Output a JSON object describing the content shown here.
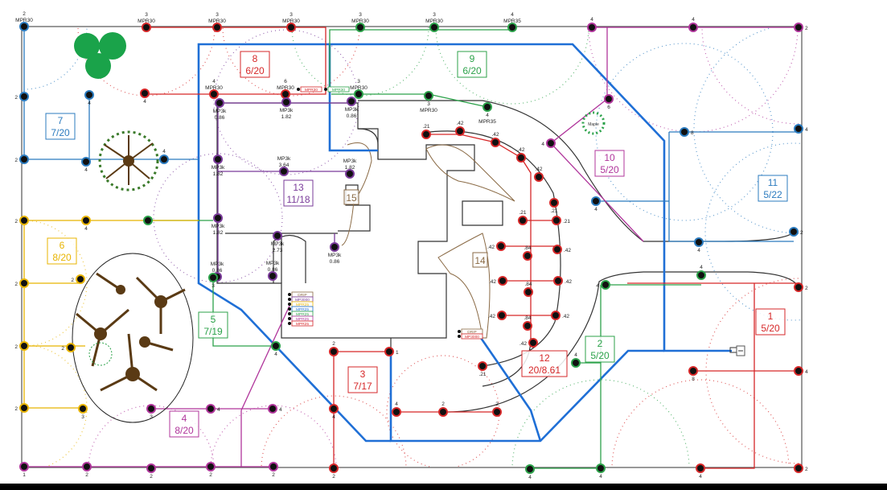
{
  "colors": {
    "mainline": "#1f6fd6",
    "zone_red": "#d62728",
    "zone_green": "#2ca24a",
    "zone_blue": "#2b7bbf",
    "zone_purple": "#7a3b9a",
    "zone_magenta": "#b0359b",
    "zone_yellow": "#e8b400",
    "outline": "#333333",
    "bed": "#8a6a45"
  },
  "zones": [
    {
      "number": "1",
      "ratio": "5/20",
      "color": "#d62728"
    },
    {
      "number": "2",
      "ratio": "5/20",
      "color": "#2ca24a"
    },
    {
      "number": "3",
      "ratio": "7/17",
      "color": "#d62728"
    },
    {
      "number": "4",
      "ratio": "8/20",
      "color": "#b0359b"
    },
    {
      "number": "5",
      "ratio": "7/19",
      "color": "#2ca24a"
    },
    {
      "number": "6",
      "ratio": "8/20",
      "color": "#e8b400"
    },
    {
      "number": "7",
      "ratio": "7/20",
      "color": "#2b7bbf"
    },
    {
      "number": "8",
      "ratio": "6/20",
      "color": "#d62728"
    },
    {
      "number": "9",
      "ratio": "6/20",
      "color": "#2ca24a"
    },
    {
      "number": "10",
      "ratio": "5/20",
      "color": "#b0359b"
    },
    {
      "number": "11",
      "ratio": "5/22",
      "color": "#2b7bbf"
    },
    {
      "number": "12",
      "ratio": "20/8.61",
      "color": "#d62728"
    },
    {
      "number": "13",
      "ratio": "11/18",
      "color": "#7a3b9a"
    },
    {
      "number": "14",
      "ratio": "",
      "color": "#8a6a45"
    },
    {
      "number": "15",
      "ratio": "",
      "color": "#8a6a45"
    }
  ],
  "valve_manifold_left": [
    "DRIP",
    "MP3000",
    "MPR25",
    "MPR25",
    "MPR25",
    "MPR25",
    "MPR25"
  ],
  "valve_manifold_center": [
    "DRIP",
    "MP3000"
  ],
  "valve_manifold_top": [
    "MPR30",
    "MPR30"
  ],
  "tree_label": "Maple",
  "heads": [
    {
      "n": "2",
      "m": "MPR30"
    },
    {
      "n": "3",
      "m": "MPR30"
    },
    {
      "n": "3",
      "m": "MPR30"
    },
    {
      "n": "3",
      "m": "MPR30"
    },
    {
      "n": "3",
      "m": "MPR30"
    },
    {
      "n": "3",
      "m": "MPR30"
    },
    {
      "n": "4",
      "m": "MPR35"
    },
    {
      "n": "4",
      "m": ""
    },
    {
      "n": "4",
      "m": ""
    },
    {
      "n": "2",
      "m": ""
    },
    {
      "n": "2",
      "m": ""
    },
    {
      "n": "4",
      "m": ""
    },
    {
      "n": "4",
      "m": ""
    },
    {
      "n": "4",
      "m": "MPR30"
    },
    {
      "n": "6",
      "m": "MPR30"
    },
    {
      "n": "3",
      "m": "MPR30"
    },
    {
      "n": "3",
      "m": "MPR30"
    },
    {
      "n": "4",
      "m": "MPR35"
    },
    {
      "n": "MP3k",
      "m": "0.86"
    },
    {
      "n": "MP3k",
      "m": "1.82"
    },
    {
      "n": "MP3k",
      "m": "0.86"
    },
    {
      "n": "MP3k",
      "m": "1.82"
    },
    {
      "n": "MP3k",
      "m": "3.64"
    },
    {
      "n": "MP3k",
      "m": "1.82"
    },
    {
      "n": "MP3k",
      "m": "1.82"
    },
    {
      "n": "MP3k",
      "m": "2.73"
    },
    {
      "n": "MP3k",
      "m": "0.86"
    },
    {
      "n": "MP3k",
      "m": "0.86"
    },
    {
      "n": "MP3k",
      "m": "0.86"
    },
    {
      "n": "2",
      "m": ""
    },
    {
      "n": "4",
      "m": ""
    },
    {
      "n": "4",
      "m": ""
    },
    {
      "n": "2",
      "m": ""
    },
    {
      "n": "4",
      "m": ""
    },
    {
      "n": "",
      "m": ""
    },
    {
      "n": "2",
      "m": ""
    },
    {
      "n": "2",
      "m": ""
    },
    {
      "n": "2",
      "m": ""
    },
    {
      "n": "2",
      "m": ""
    },
    {
      "n": "2",
      "m": ""
    },
    {
      "n": "3",
      "m": ""
    },
    {
      "n": "1",
      "m": ""
    },
    {
      "n": "2",
      "m": ""
    },
    {
      "n": "2",
      "m": ""
    },
    {
      "n": "2",
      "m": ""
    },
    {
      "n": "2",
      "m": ""
    },
    {
      "n": "3",
      "m": ""
    },
    {
      "n": "4",
      "m": ""
    },
    {
      "n": "4",
      "m": ""
    },
    {
      "n": "2",
      "m": ""
    },
    {
      "n": "1",
      "m": ""
    },
    {
      "n": "4",
      "m": ""
    },
    {
      "n": "2",
      "m": ""
    },
    {
      "n": "4",
      "m": ""
    },
    {
      "n": "2",
      "m": ""
    },
    {
      "n": "2",
      "m": ""
    },
    {
      "n": "3",
      "m": ""
    },
    {
      "n": "4",
      "m": ""
    },
    {
      "n": ".21",
      "m": ""
    },
    {
      "n": ".42",
      "m": ""
    },
    {
      "n": ".42",
      "m": ""
    },
    {
      "n": ".42",
      "m": ""
    },
    {
      "n": ".42",
      "m": ""
    },
    {
      "n": ".21",
      "m": ""
    },
    {
      "n": ".21",
      "m": ""
    },
    {
      "n": ".21",
      "m": ""
    },
    {
      "n": ".42",
      "m": ""
    },
    {
      "n": ".84",
      "m": ""
    },
    {
      "n": ".42",
      "m": ""
    },
    {
      "n": ".42",
      "m": ""
    },
    {
      "n": ".84",
      "m": ""
    },
    {
      "n": ".42",
      "m": ""
    },
    {
      "n": ".42",
      "m": ""
    },
    {
      "n": ".84",
      "m": ""
    },
    {
      "n": ".42",
      "m": ""
    },
    {
      "n": ".21",
      "m": ""
    },
    {
      "n": ".42",
      "m": ""
    },
    {
      "n": "4",
      "m": ""
    },
    {
      "n": "6",
      "m": ""
    },
    {
      "n": "4",
      "m": ""
    },
    {
      "n": "8",
      "m": ""
    },
    {
      "n": "4",
      "m": ""
    },
    {
      "n": "2",
      "m": ""
    },
    {
      "n": "4",
      "m": ""
    },
    {
      "n": "4",
      "m": ""
    },
    {
      "n": "4",
      "m": ""
    },
    {
      "n": "4",
      "m": ""
    },
    {
      "n": "4",
      "m": ""
    },
    {
      "n": "4",
      "m": ""
    },
    {
      "n": "2",
      "m": ""
    },
    {
      "n": "4",
      "m": ""
    },
    {
      "n": "8",
      "m": ""
    },
    {
      "n": "4",
      "m": ""
    },
    {
      "n": "2",
      "m": ""
    }
  ]
}
